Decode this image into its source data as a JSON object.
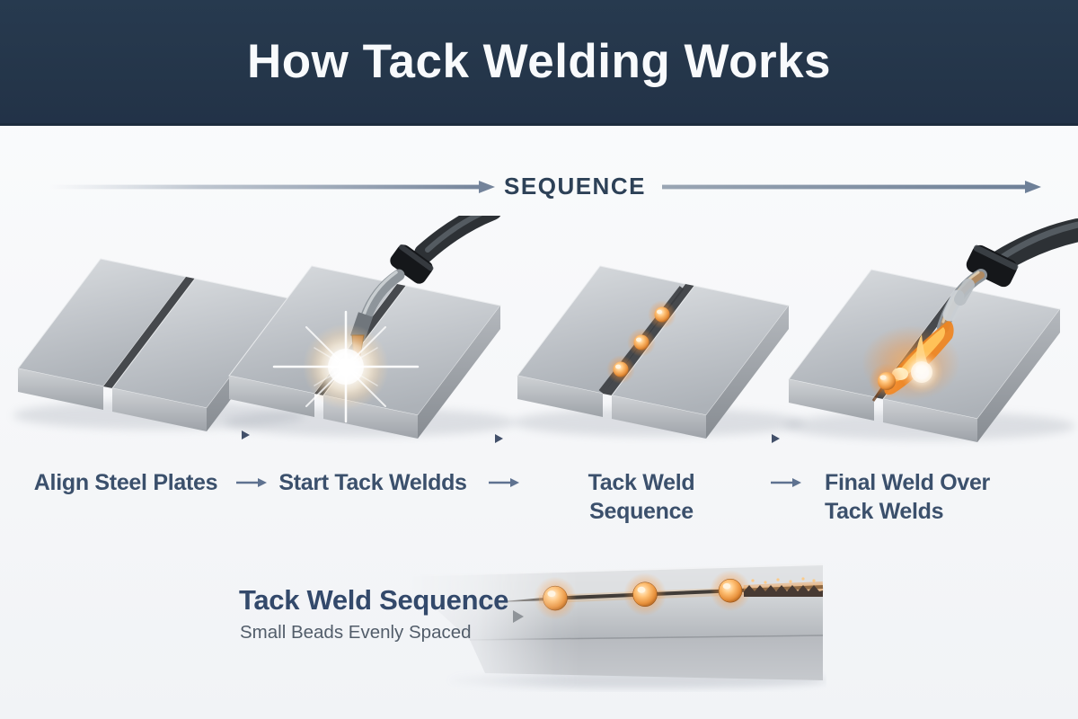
{
  "header": {
    "title": "How Tack Welding Works",
    "background_color": "#24364a",
    "title_color": "#f8fafc"
  },
  "sequence_banner": {
    "label": "SEQUENCE",
    "text_color": "#2d4157",
    "arrow_color": "#7f8ea1",
    "left_icon": "arrow-right",
    "right_icon": "arrow-right"
  },
  "steps": [
    {
      "label": "Align Steel Plates",
      "illustration": "two-aligned-steel-plates"
    },
    {
      "label": "Start Tack Weldds",
      "illustration": "welding-torch-with-spark"
    },
    {
      "label": "Tack Weld Sequence",
      "illustration": "seam-with-three-tack-beads"
    },
    {
      "label": "Final Weld Over Tack Welds",
      "illustration": "torch-final-weld-flame"
    }
  ],
  "connector_icon": "arrow-right",
  "marker_icon": "triangle-right",
  "detail_callout": {
    "title": "Tack Weld Sequence",
    "subtitle": "Small Beads Evenly Spaced",
    "marker_icon": "triangle-right",
    "illustration": "close-up-seam-three-beads-ripple-weld"
  },
  "colors": {
    "page_background": "#f7f8fa",
    "step_label": "#3b506c",
    "detail_title": "#33496b",
    "detail_subtitle": "#525d6a",
    "plate_gray": "#c3c7cc",
    "seam_dark": "#46494d",
    "bead_orange": "#e8913c",
    "glow_orange": "#ff9434",
    "flame_orange": "#ef8420",
    "spark_white": "#ffffff"
  }
}
